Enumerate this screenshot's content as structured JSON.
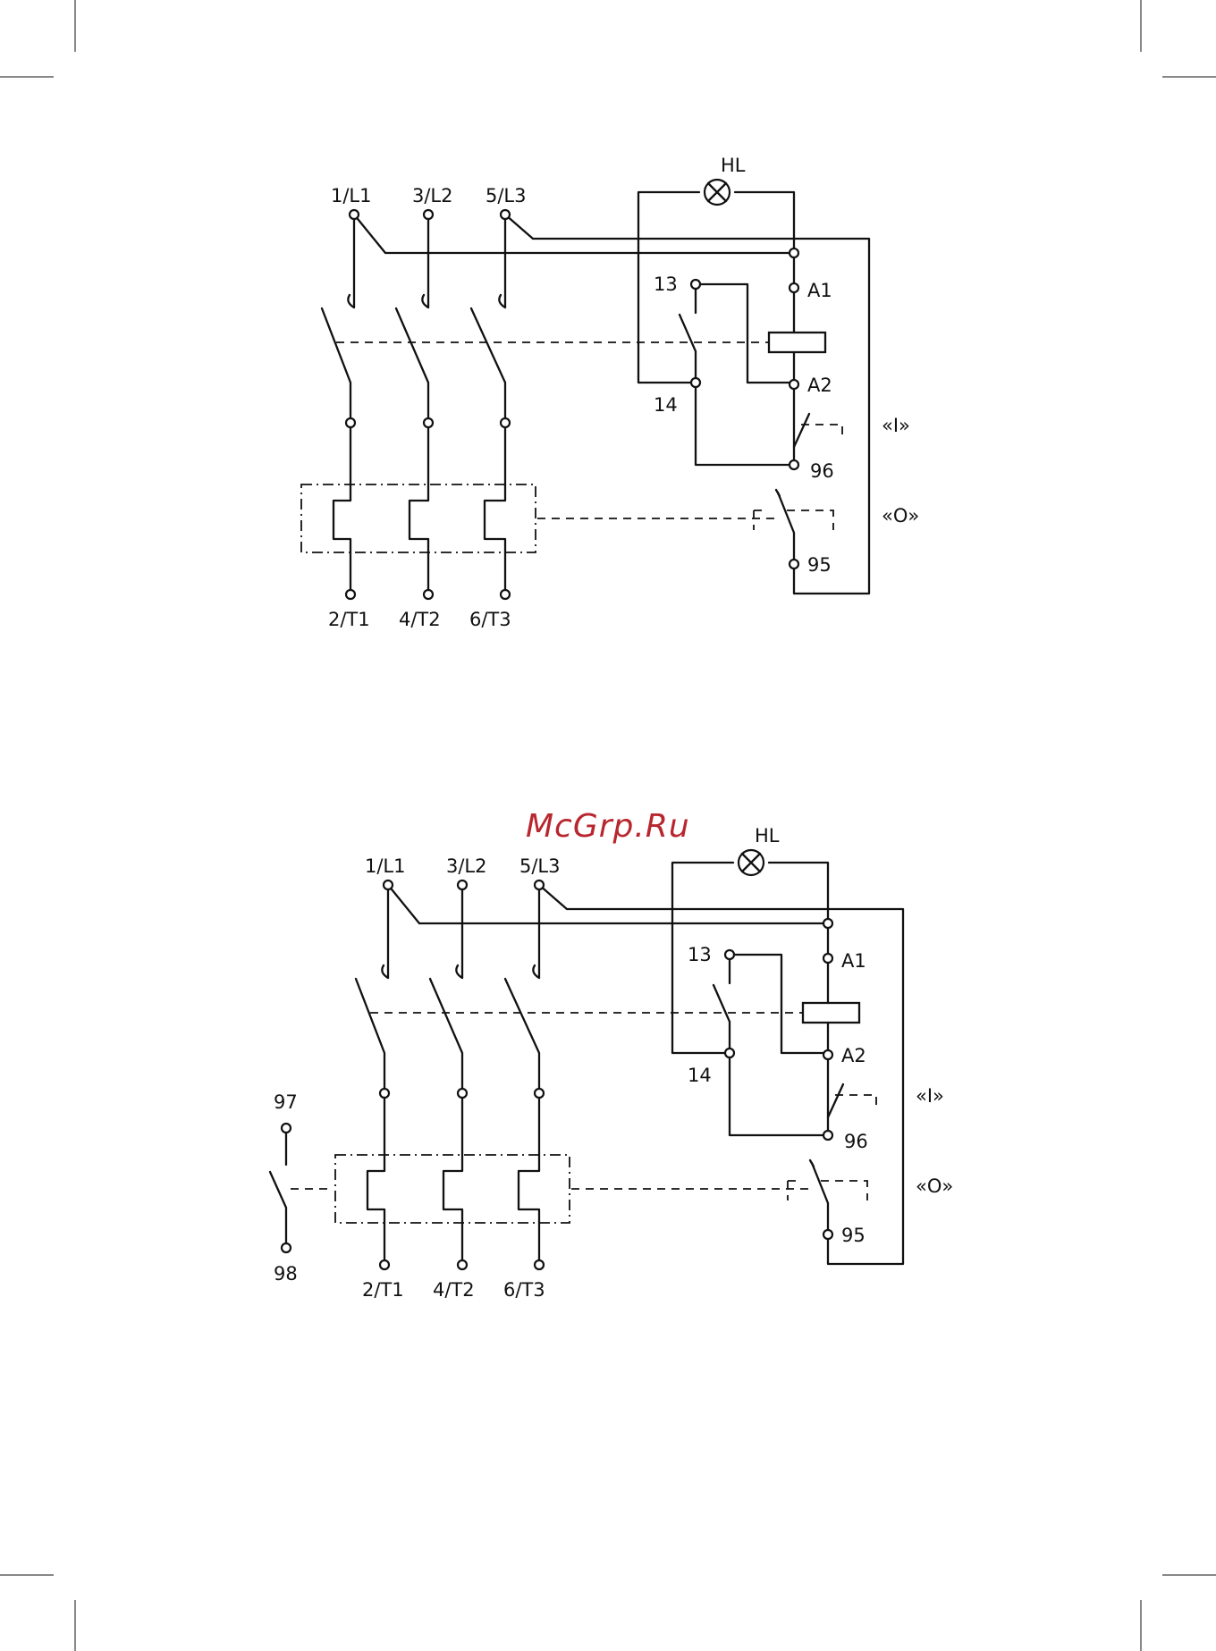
{
  "watermark": "McGrp.Ru",
  "diagram_top": {
    "terminals_in": [
      "1/L1",
      "3/L2",
      "5/L3"
    ],
    "terminals_out": [
      "2/T1",
      "4/T2",
      "6/T3"
    ],
    "lamp": "HL",
    "coil": [
      "A1",
      "A2"
    ],
    "aux_contact": [
      "13",
      "14"
    ],
    "relay_contact": [
      "96",
      "95"
    ],
    "buttons": [
      "«I»",
      "«O»"
    ]
  },
  "diagram_bottom": {
    "terminals_in": [
      "1/L1",
      "3/L2",
      "5/L3"
    ],
    "terminals_out": [
      "2/T1",
      "4/T2",
      "6/T3"
    ],
    "lamp": "HL",
    "coil": [
      "A1",
      "A2"
    ],
    "aux_contact": [
      "13",
      "14"
    ],
    "relay_contact": [
      "96",
      "95"
    ],
    "buttons": [
      "«I»",
      "«O»"
    ],
    "alarm_contact": [
      "97",
      "98"
    ]
  }
}
